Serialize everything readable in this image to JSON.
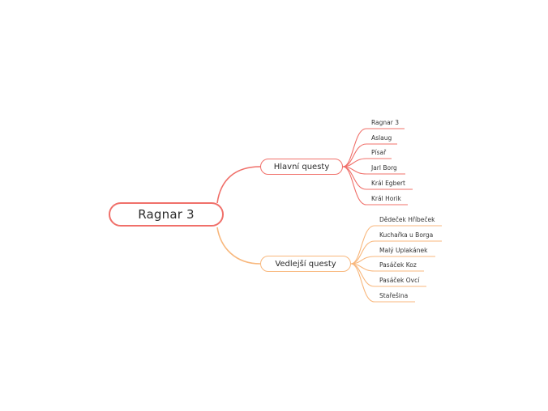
{
  "colors": {
    "main": "#f0706a",
    "side": "#f8b77c"
  },
  "root": {
    "label": "Ragnar 3"
  },
  "branches": [
    {
      "label": "Hlavní questy",
      "children": [
        "Ragnar 3",
        "Aslaug",
        "Písař",
        "Jarl Borg",
        "Král Egbert",
        "Král Horik"
      ]
    },
    {
      "label": "Vedlejší questy",
      "children": [
        "Dědeček Hříbeček",
        "Kuchařka u Borga",
        "Malý Uplakánek",
        "Pasáček Koz",
        "Pasáček Ovcí",
        "Stařešina"
      ]
    }
  ]
}
